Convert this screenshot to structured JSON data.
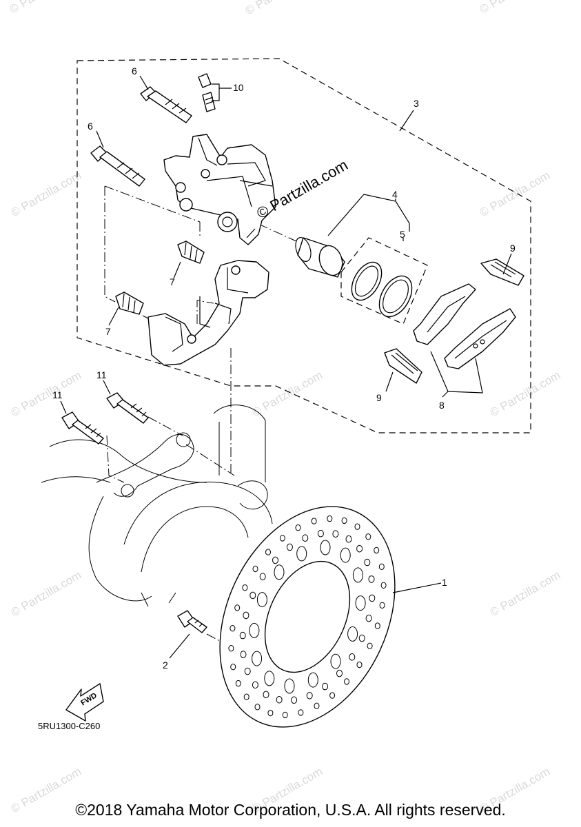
{
  "diagram": {
    "callouts": [
      "1",
      "2",
      "3",
      "4",
      "5",
      "6",
      "6",
      "7",
      "7",
      "8",
      "9",
      "9",
      "10",
      "11",
      "11"
    ],
    "part_code": "5RU1300-C260",
    "fwd_label": "FWD",
    "watermark": "© Partzilla.com",
    "copyright": "©2018 Yamaha Motor Corporation, U.S.A. All rights reserved."
  }
}
